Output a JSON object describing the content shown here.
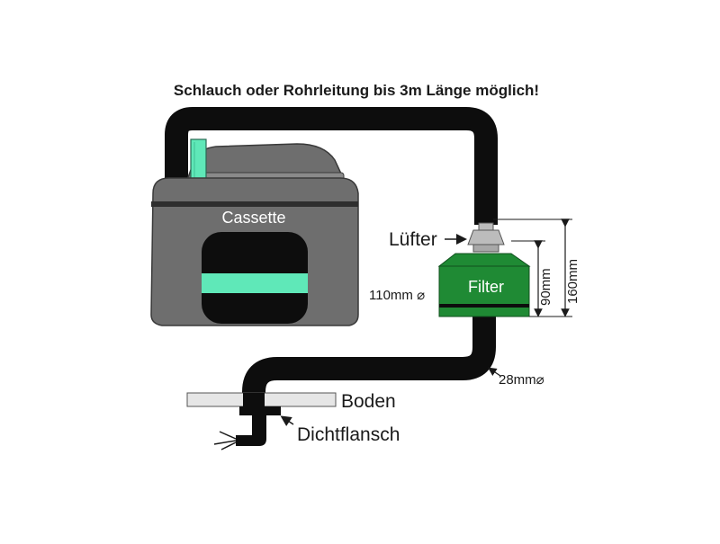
{
  "title": "Schlauch oder Rohrleitung bis 3m Länge möglich!",
  "labels": {
    "cassette": "Cassette",
    "luefter": "Lüfter",
    "filter": "Filter",
    "boden": "Boden",
    "dichtflansch": "Dichtflansch",
    "diameter_filter": "110mm ⌀",
    "diameter_hose": "28mm⌀",
    "height_filter": "90mm",
    "height_total": "160mm"
  },
  "colors": {
    "hose": "#0d0d0d",
    "cassette_body": "#6e6e6e",
    "cassette_band": "#2e2e2e",
    "accent_mint": "#5fe8b8",
    "filter_green": "#1f8a34",
    "fan_grey": "#bcbcbc",
    "floor": "#e6e6e6"
  }
}
